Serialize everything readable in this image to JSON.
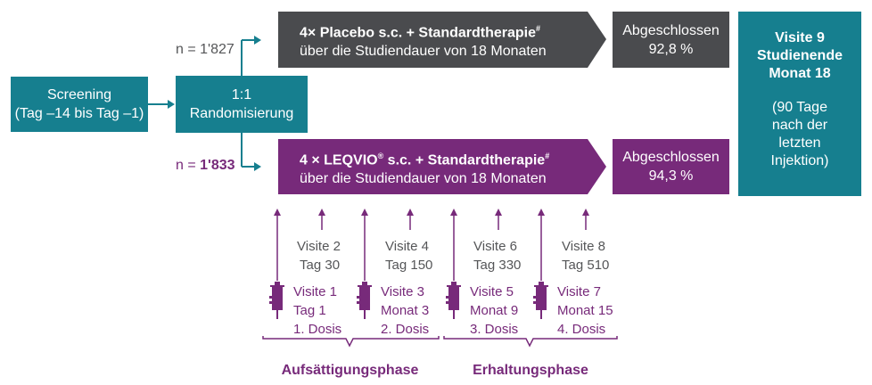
{
  "colors": {
    "teal": "#167f8f",
    "gray": "#4a4b4e",
    "purple": "#772a7a",
    "connector": "#167f8f"
  },
  "screening": {
    "line1": "Screening",
    "line2": "(Tag –14 bis Tag –1)"
  },
  "randomisierung": {
    "line1": "1:1",
    "line2": "Randomisierung"
  },
  "placebo_arm": {
    "n_label": "n = 1'827",
    "title_main": "4× Placebo s.c. + Standardtherapie",
    "title_sup": "#",
    "subtitle": "über die Studiendauer von 18 Monaten",
    "result_label": "Abgeschlossen",
    "result_value": "92,8 %"
  },
  "leqvio_arm": {
    "n_label_prefix": "n = ",
    "n_label_value": "1'833",
    "title_part1": "4 × LEQVIO",
    "title_reg": "®",
    "title_part2": " s.c. + Standardtherapie",
    "title_sup": "#",
    "subtitle": "über die Studiendauer von 18 Monaten",
    "result_label": "Abgeschlossen",
    "result_value": "94,3 %"
  },
  "final_visit": {
    "title1": "Visite 9",
    "title2": "Studienende",
    "title3": "Monat 18",
    "note1": "(90 Tage",
    "note2": "nach der",
    "note3": "letzten",
    "note4": "Injektion)"
  },
  "visits_gray": [
    {
      "label": "Visite 2",
      "day": "Tag 30"
    },
    {
      "label": "Visite 4",
      "day": "Tag 150"
    },
    {
      "label": "Visite 6",
      "day": "Tag 330"
    },
    {
      "label": "Visite 8",
      "day": "Tag 510"
    }
  ],
  "visits_purple": [
    {
      "label": "Visite 1",
      "time": "Tag 1",
      "dose": "1. Dosis"
    },
    {
      "label": "Visite 3",
      "time": "Monat 3",
      "dose": "2. Dosis"
    },
    {
      "label": "Visite 5",
      "time": "Monat 9",
      "dose": "3. Dosis"
    },
    {
      "label": "Visite 7",
      "time": "Monat 15",
      "dose": "4. Dosis"
    }
  ],
  "phases": {
    "loading": "Aufsättigungsphase",
    "maintenance": "Erhaltungsphase"
  },
  "icons": [
    "syringe-icon",
    "arrow-up-icon"
  ]
}
